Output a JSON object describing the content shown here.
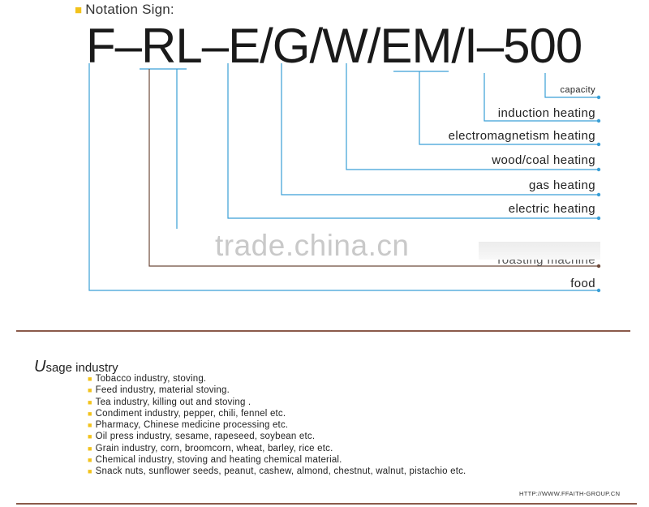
{
  "header": {
    "title": "Notation Sign:"
  },
  "code": "F–RL–E/G/W/EM/I–500",
  "labels": {
    "capacity": "capacity",
    "induction": "induction heating",
    "electromagnetism": "electromagnetism heating",
    "woodcoal": "wood/coal heating",
    "gas": "gas heating",
    "electric": "electric heating",
    "roasting": "roasting machine",
    "food": "food"
  },
  "watermark": "trade.china.cn",
  "usage": {
    "title_first": "U",
    "title_rest": "sage industry",
    "items": [
      "Tobacco industry, stoving.",
      "Feed industry, material stoving.",
      "Tea industry, killing out and stoving .",
      "Condiment industry, pepper, chili, fennel  etc.",
      "Pharmacy, Chinese medicine processing  etc.",
      "Oil press industry, sesame, rapeseed, soybean  etc.",
      "Grain industry, corn, broomcorn, wheat, barley, rice  etc.",
      "Chemical industry, stoving and heating chemical material.",
      "Snack nuts, sunflower seeds, peanut, cashew, almond, chestnut, walnut, pistachio  etc."
    ]
  },
  "website": "HTTP://WWW.FFAITH-GROUP.CN",
  "colors": {
    "line_blue": "#3a9fd6",
    "line_brown": "#6e4a3a",
    "bullet_yellow": "#f2c21b",
    "divider": "#8a5a4a"
  }
}
